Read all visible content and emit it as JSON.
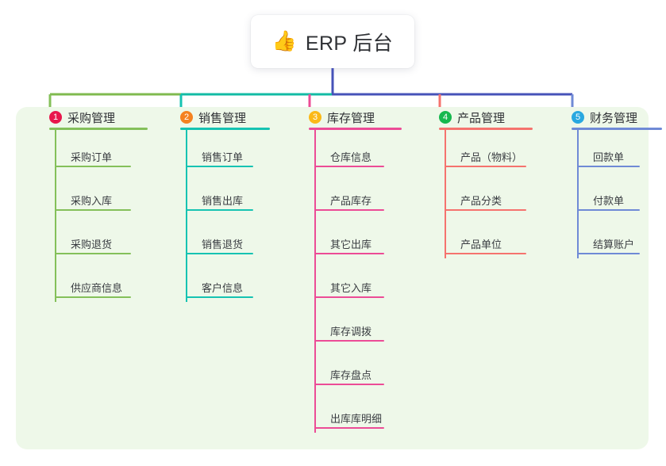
{
  "root": {
    "icon": "thumbs-up-icon",
    "icon_glyph": "👍",
    "title": "ERP 后台"
  },
  "canvas": {
    "panel_color": "#eef8e9",
    "background": "#ffffff"
  },
  "connector": {
    "trunk_color": "#4652b8",
    "bar_segments": [
      {
        "color": "#7fba4e"
      },
      {
        "color": "#12bba4"
      },
      {
        "color": "#4652b8"
      }
    ]
  },
  "columns": [
    {
      "number": "1",
      "label": "采购管理",
      "badge_color": "#e8174c",
      "line_color": "#84c05a",
      "head_rule_width": 124,
      "leaf_rule_width": 96,
      "items": [
        {
          "label": "采购订单"
        },
        {
          "label": "采购入库"
        },
        {
          "label": "采购退货"
        },
        {
          "label": "供应商信息"
        }
      ]
    },
    {
      "number": "2",
      "label": "销售管理",
      "badge_color": "#f58220",
      "line_color": "#16c3b2",
      "head_rule_width": 113,
      "leaf_rule_width": 85,
      "items": [
        {
          "label": "销售订单"
        },
        {
          "label": "销售出库"
        },
        {
          "label": "销售退货"
        },
        {
          "label": "客户信息"
        }
      ]
    },
    {
      "number": "3",
      "label": "库存管理",
      "badge_color": "#fbb917",
      "line_color": "#ec4c96",
      "head_rule_width": 117,
      "leaf_rule_width": 88,
      "items": [
        {
          "label": "仓库信息"
        },
        {
          "label": "产品库存"
        },
        {
          "label": "其它出库"
        },
        {
          "label": "其它入库"
        },
        {
          "label": "库存调拨"
        },
        {
          "label": "库存盘点"
        },
        {
          "label": "出库库明细"
        }
      ]
    },
    {
      "number": "4",
      "label": "产品管理",
      "badge_color": "#16b84e",
      "line_color": "#f5736e",
      "head_rule_width": 118,
      "leaf_rule_width": 103,
      "items": [
        {
          "label": "产品（物料）"
        },
        {
          "label": "产品分类"
        },
        {
          "label": "产品单位"
        }
      ]
    },
    {
      "number": "5",
      "label": "财务管理",
      "badge_color": "#29a8e0",
      "line_color": "#6f8ad6",
      "head_rule_width": 114,
      "leaf_rule_width": 79,
      "items": [
        {
          "label": "回款单"
        },
        {
          "label": "付款单"
        },
        {
          "label": "结算账户"
        }
      ]
    }
  ]
}
